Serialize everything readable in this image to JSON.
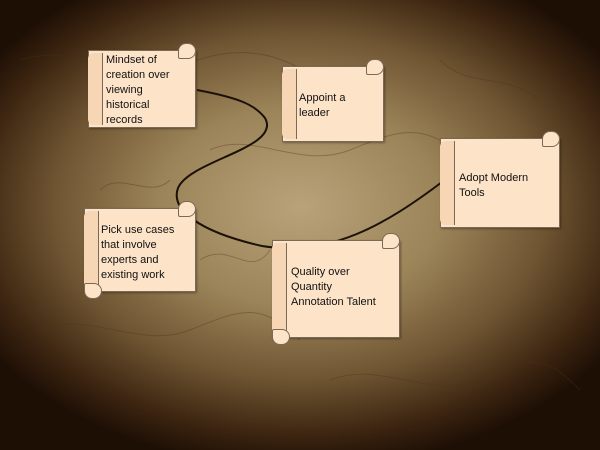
{
  "nodes": {
    "n1": {
      "lines": [
        "Mindset of",
        "creation over",
        "viewing",
        "historical",
        "records"
      ]
    },
    "n2": {
      "lines": [
        "Appoint a",
        "leader"
      ]
    },
    "n3": {
      "lines": [
        "Adopt Modern",
        "Tools"
      ]
    },
    "n4": {
      "lines": [
        "Pick use cases",
        "that involve",
        "experts and",
        "existing work"
      ]
    },
    "n5": {
      "lines": [
        "Quality over",
        "Quantity",
        "Annotation Talent"
      ]
    }
  },
  "colors": {
    "scroll_fill": "#fde3c8",
    "connector": "#1c1108"
  }
}
